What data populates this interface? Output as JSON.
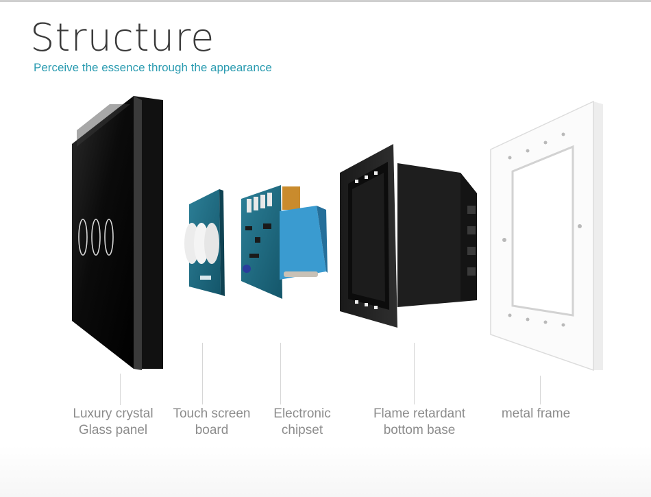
{
  "header": {
    "title": "Structure",
    "subtitle": "Perceive the essence  through the appearance"
  },
  "components": [
    {
      "id": "glass-panel",
      "line1": "Luxury crystal",
      "line2": "Glass panel"
    },
    {
      "id": "touch-board",
      "line1": "Touch screen",
      "line2": "board"
    },
    {
      "id": "chipset",
      "line1": "Electronic",
      "line2": "chipset"
    },
    {
      "id": "bottom-base",
      "line1": "Flame retardant",
      "line2": "bottom base"
    },
    {
      "id": "metal-frame",
      "line1": "metal frame",
      "line2": ""
    }
  ],
  "colors": {
    "accent": "#2a9bb0",
    "title": "#3a3a3a",
    "label": "#8c8c8c"
  }
}
